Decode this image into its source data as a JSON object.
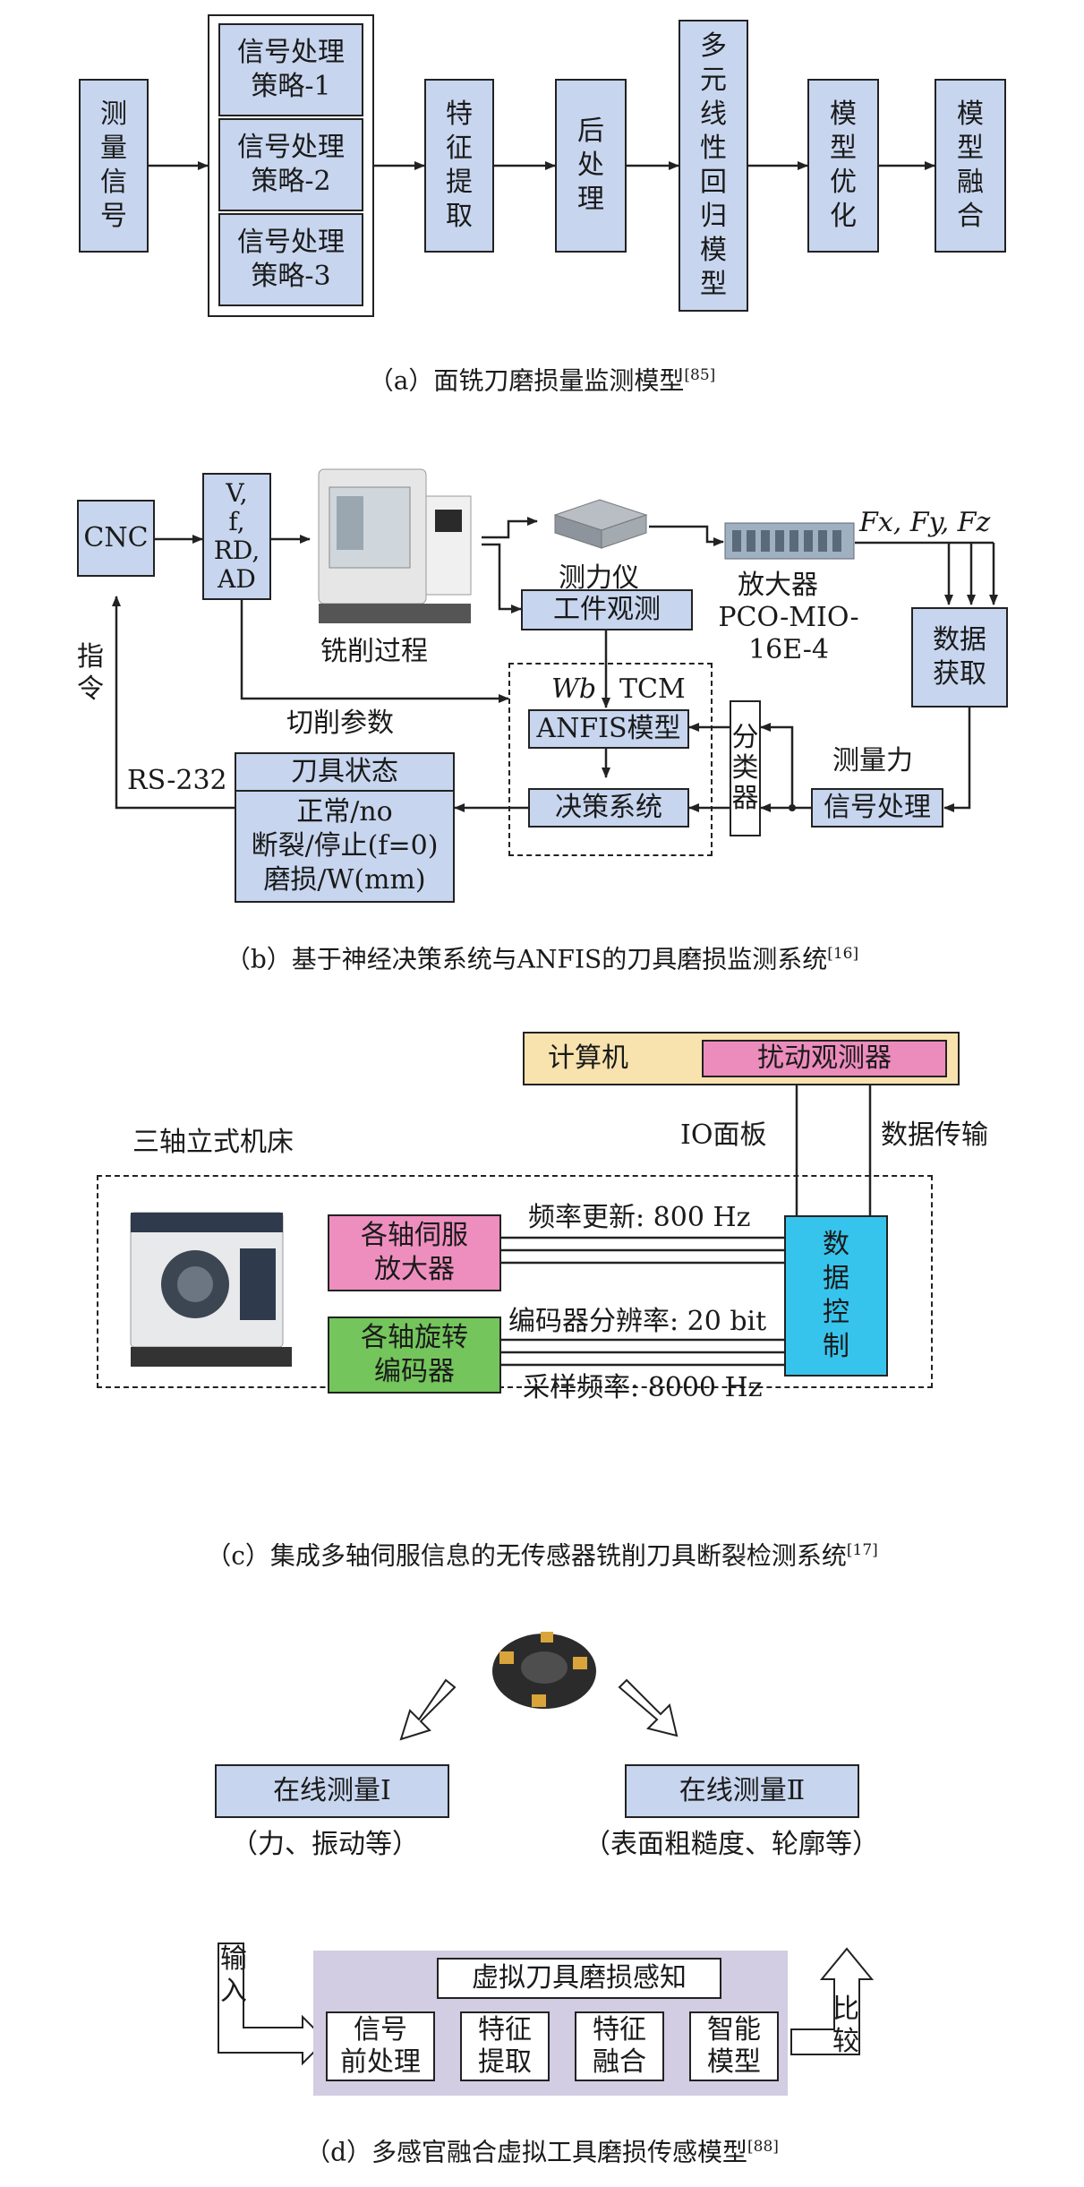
{
  "a": {
    "input": "测\n量\n信\n号",
    "strategies": [
      "信号处理\n策略-1",
      "信号处理\n策略-2",
      "信号处理\n策略-3"
    ],
    "feature": "特\n征\n提\n取",
    "post": "后\n处\n理",
    "regression": "多\n元\n线\n性\n回\n归\n模\n型",
    "optimize": "模\n型\n优\n化",
    "fusion": "模\n型\n融\n合",
    "caption": "（a）面铣刀磨损量监测模型",
    "ref": "[85]"
  },
  "b": {
    "cnc": "CNC",
    "params": "V,\nf,\nRD,\nAD",
    "milling": "铣削过程",
    "dynamometer": "测力仪",
    "amplifier": "放大器",
    "amplifier_model": "PCO-MIO-\n16E-4",
    "forces": "Fx, Fy, Fz",
    "workpiece": "工件观测",
    "data_acq": "数据\n获取",
    "wb": "Wb",
    "tcm": "TCM",
    "anfis": "ANFIS模型",
    "classifier": "分\n类\n器",
    "force_label": "测量力",
    "signal_proc": "信号处理",
    "decision": "决策系统",
    "command": "指\n令",
    "cut_params": "切削参数",
    "rs232": "RS-232",
    "tool_state": "刀具状态",
    "states": "正常/no\n断裂/停止(f=0)\n磨损/W(mm)",
    "caption": "（b）基于神经决策系统与ANFIS的刀具磨损监测系统",
    "ref": "[16]"
  },
  "c": {
    "computer": "计算机",
    "observer": "扰动观测器",
    "io_panel": "IO面板",
    "data_transfer": "数据传输",
    "machine_label": "三轴立式机床",
    "servo": "各轴伺服\n放大器",
    "freq_update": "频率更新: 800 Hz",
    "encoder": "各轴旋转\n编码器",
    "resolution": "编码器分辨率: 20 bit",
    "sampling": "采样频率: 8000 Hz",
    "control": "数\n据\n控\n制",
    "caption": "（c）集成多轴伺服信息的无传感器铣削刀具断裂检测系统",
    "ref": "[17]",
    "colors": {
      "computer_bg": "#f8e3ae",
      "observer_bg": "#ec8cbd",
      "servo_bg": "#ee8ebe",
      "encoder_bg": "#74c55c",
      "control_bg": "#37c4ec"
    }
  },
  "d": {
    "online1": "在线测量I",
    "online1_sub": "（力、振动等）",
    "online2": "在线测量Ⅱ",
    "online2_sub": "（表面粗糙度、轮廓等）",
    "virtual": "虚拟刀具磨损感知",
    "input": "输\n入",
    "compare": "比\n较",
    "steps": [
      "信号\n前处理",
      "特征\n提取",
      "特征\n融合",
      "智能\n模型"
    ],
    "caption": "（d）多感官融合虚拟工具磨损传感模型",
    "ref": "[88]",
    "colors": {
      "panel_bg": "#d2cde2"
    }
  }
}
